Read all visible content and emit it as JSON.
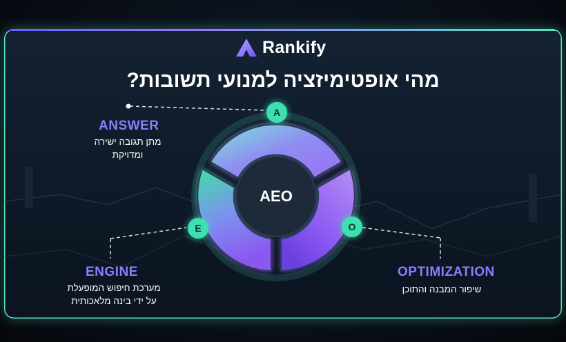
{
  "brand": {
    "name": "Rankify",
    "accent": "#8a7dff",
    "teal": "#3ee0b0"
  },
  "title": "מהי אופטימיזציה למנועי תשובות?",
  "center": "AEO",
  "sections": {
    "answer": {
      "letter": "A",
      "title": "ANSWER",
      "desc_line1": "מתן תגובה ישירה",
      "desc_line2": "ומדויקת"
    },
    "engine": {
      "letter": "E",
      "title": "ENGINE",
      "desc_line1": "מערכת חיפוש המופעלת",
      "desc_line2": "על ידי בינה מלאכותית"
    },
    "optimization": {
      "letter": "O",
      "title": "OPTIMIZATION",
      "desc_line1": "שיפור המבנה והתוכן"
    }
  }
}
